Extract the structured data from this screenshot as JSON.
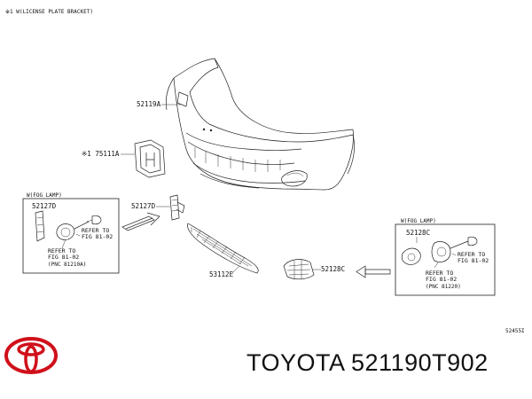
{
  "header_note": "※1 W(LICENSE PLATE BRACKET)",
  "diagram_code": "52455I",
  "parts": {
    "bumper_cover": "52119A",
    "license_bracket": "※1 75111A",
    "center_retainer": "52127D",
    "lower_grille": "53112E",
    "right_cover": "52128C"
  },
  "left_inset": {
    "title": "W(FOG LAMP)",
    "part": "52127D",
    "refer_line1": "REFER TO",
    "refer_line2": "FIG 81-02",
    "refer_line3": "(PNC 81210A)"
  },
  "right_inset": {
    "title": "W(FOG LAMP)",
    "part": "52128C",
    "refer_line1": "REFER TO",
    "refer_line2": "FIG 81-02",
    "refer_line3": "(PNC 81220)"
  },
  "brand": "TOYOTA",
  "part_number": "521190T902",
  "footer_text": "TOYOTA 521190T902",
  "colors": {
    "logo": "#d0101a",
    "ink": "#111111"
  }
}
